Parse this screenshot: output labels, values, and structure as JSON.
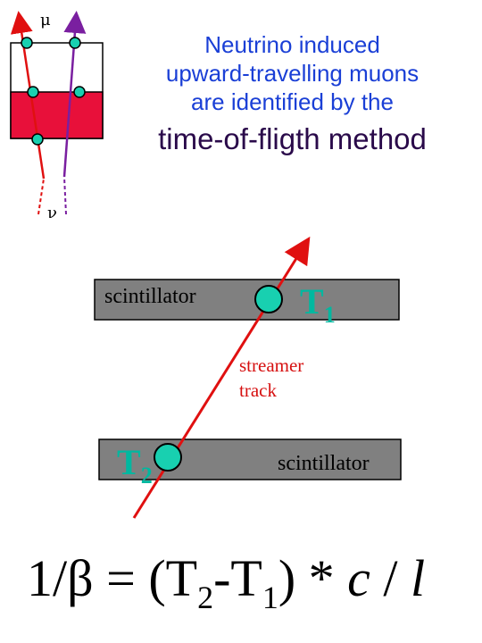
{
  "title": {
    "line1": "Neutrino induced",
    "line2": "upward-travelling muons",
    "line3": "are identified by the",
    "line4": "time-of-fligth method"
  },
  "small_detector": {
    "mu_label": "μ",
    "nu_label": "ν"
  },
  "big_detector": {
    "top_slab_label": "scintillator",
    "bottom_slab_label": "scintillator",
    "t1_base": "T",
    "t1_sub": "1",
    "t2_base": "T",
    "t2_sub": "2",
    "streamer_line1": "streamer",
    "streamer_line2": "track"
  },
  "formula": {
    "lhs": "1/β = (T",
    "sub2": "2",
    "mid": "-T",
    "sub1": "1",
    "close": ") * ",
    "c": "c",
    "slash": " / ",
    "l": "l"
  },
  "colors": {
    "track_red": "#e01010",
    "track_purple": "#7a1fa0",
    "scintillator_grey": "#808080",
    "hit_cyan": "#18d0b0",
    "red_slab": "#e8103a",
    "title_blue": "#1a3fd6"
  }
}
